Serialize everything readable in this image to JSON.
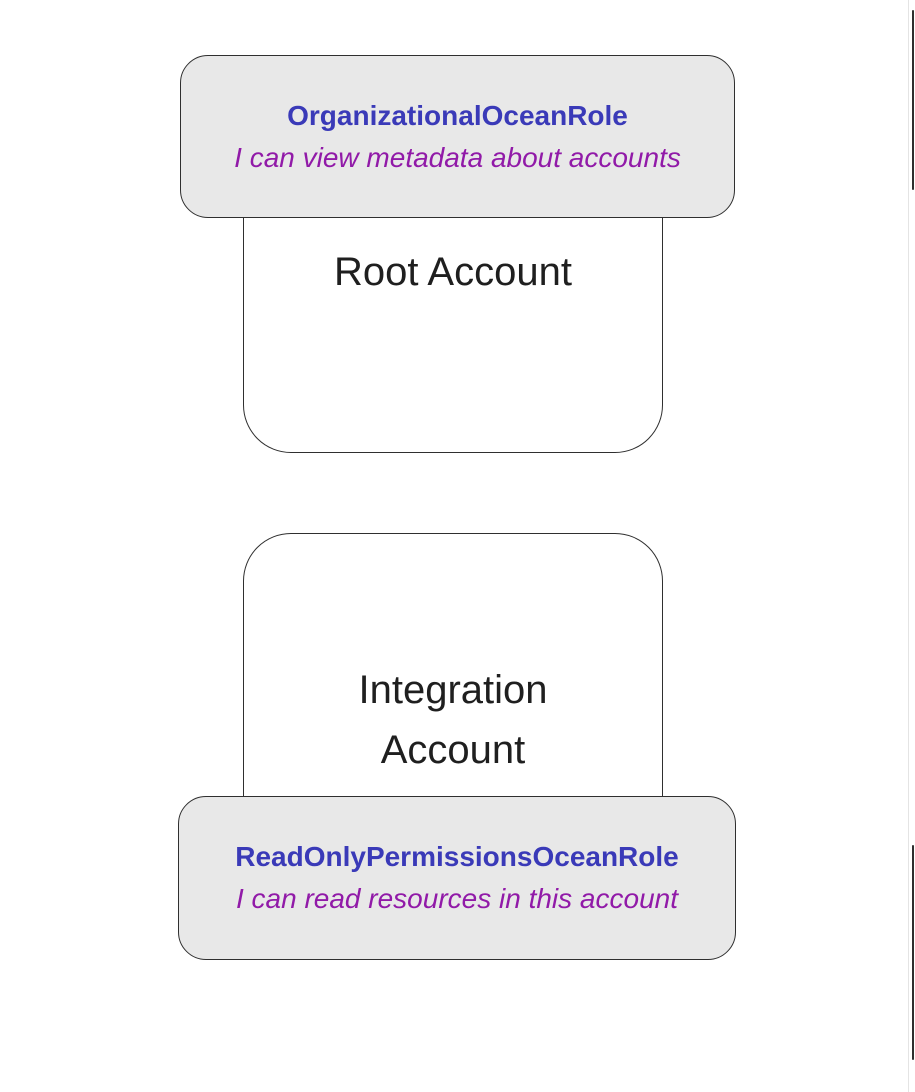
{
  "diagram": {
    "type": "account-role-diagram",
    "nodes": [
      {
        "id": "root-account",
        "title_lines": [
          "Root Account"
        ],
        "role": {
          "name": "OrganizationalOceanRole",
          "description": "I can view metadata about accounts",
          "position": "top"
        }
      },
      {
        "id": "integration-account",
        "title_lines": [
          "Integration",
          "Account"
        ],
        "role": {
          "name": "ReadOnlyPermissionsOceanRole",
          "description": "I can read resources in this account",
          "position": "bottom"
        }
      }
    ]
  },
  "colors": {
    "role_name": "#3a3ab8",
    "role_description": "#911aa8",
    "node_border": "#2f2f2f",
    "role_fill": "#e8e8e8",
    "node_fill": "#ffffff",
    "node_text": "#1f1f1f",
    "page_bg": "#ffffff",
    "edge_line": "#e4e4e4"
  }
}
